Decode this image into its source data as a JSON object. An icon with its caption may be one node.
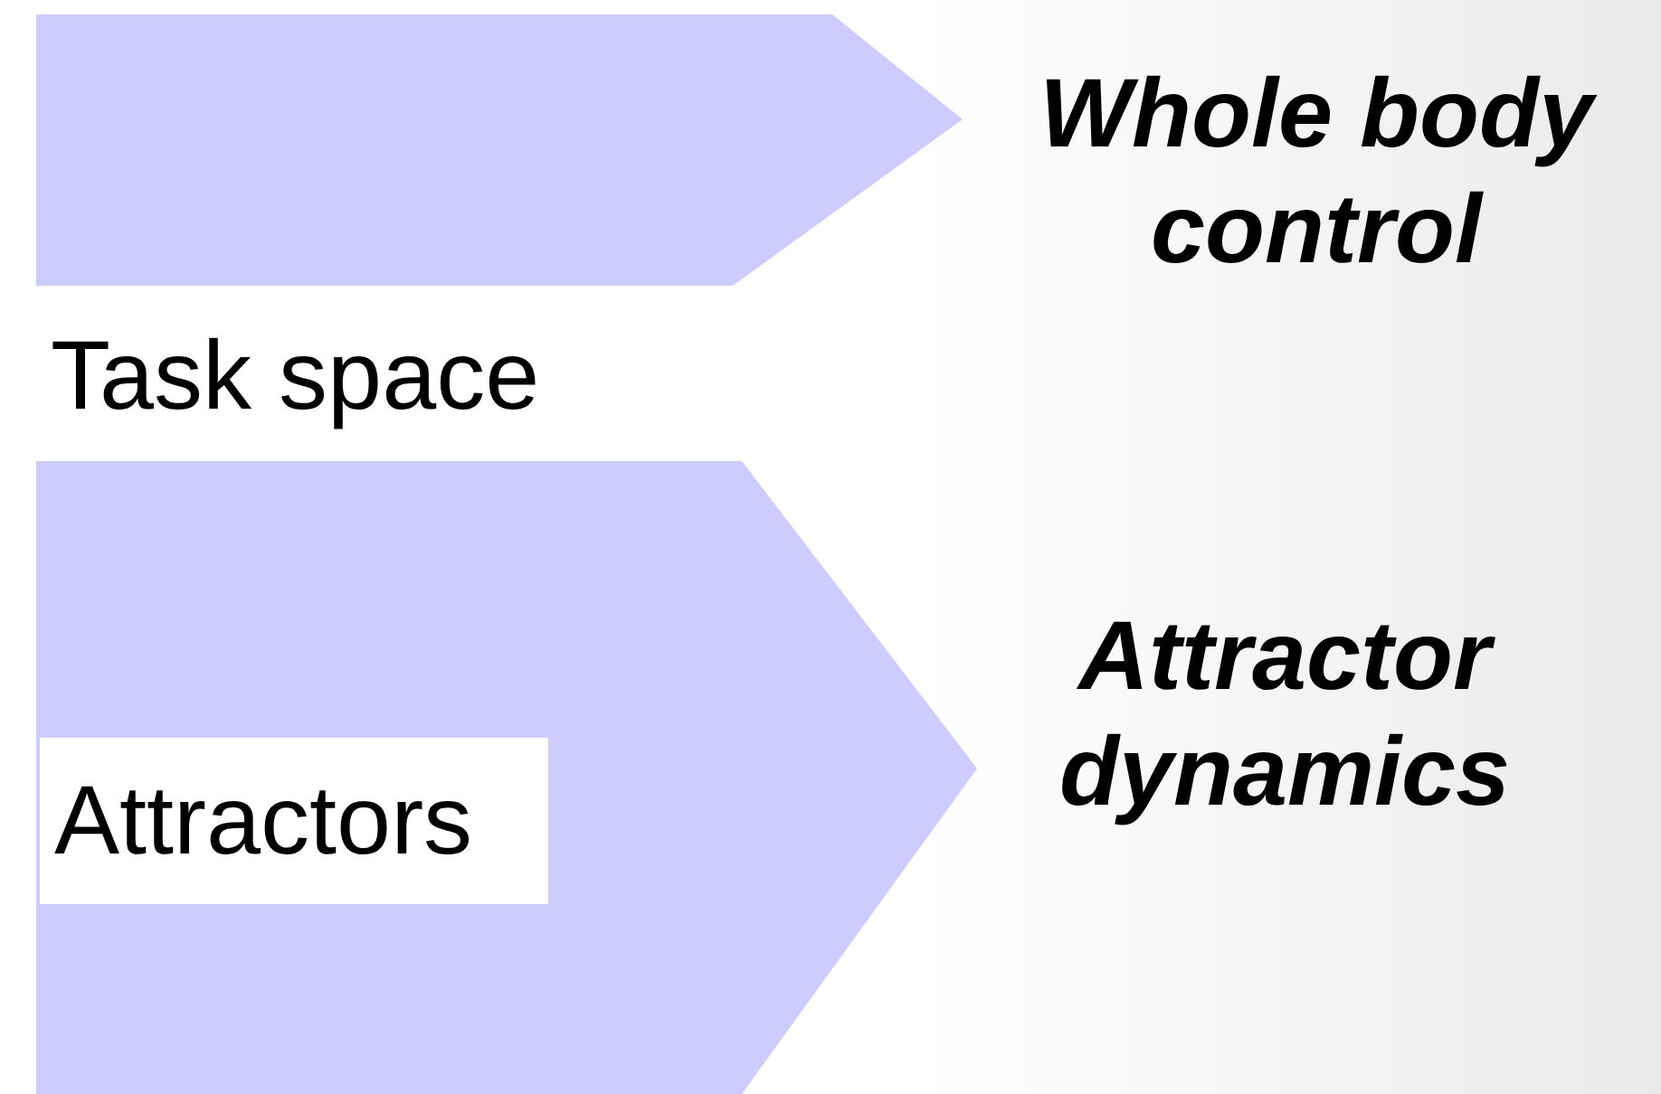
{
  "diagram": {
    "nodes": [
      {
        "text": [
          "Task space"
        ]
      },
      {
        "text": [
          "Whole body control"
        ]
      },
      {
        "text": [
          "Attractors"
        ]
      },
      {
        "text": [
          "Attractor dynamics"
        ]
      }
    ]
  }
}
